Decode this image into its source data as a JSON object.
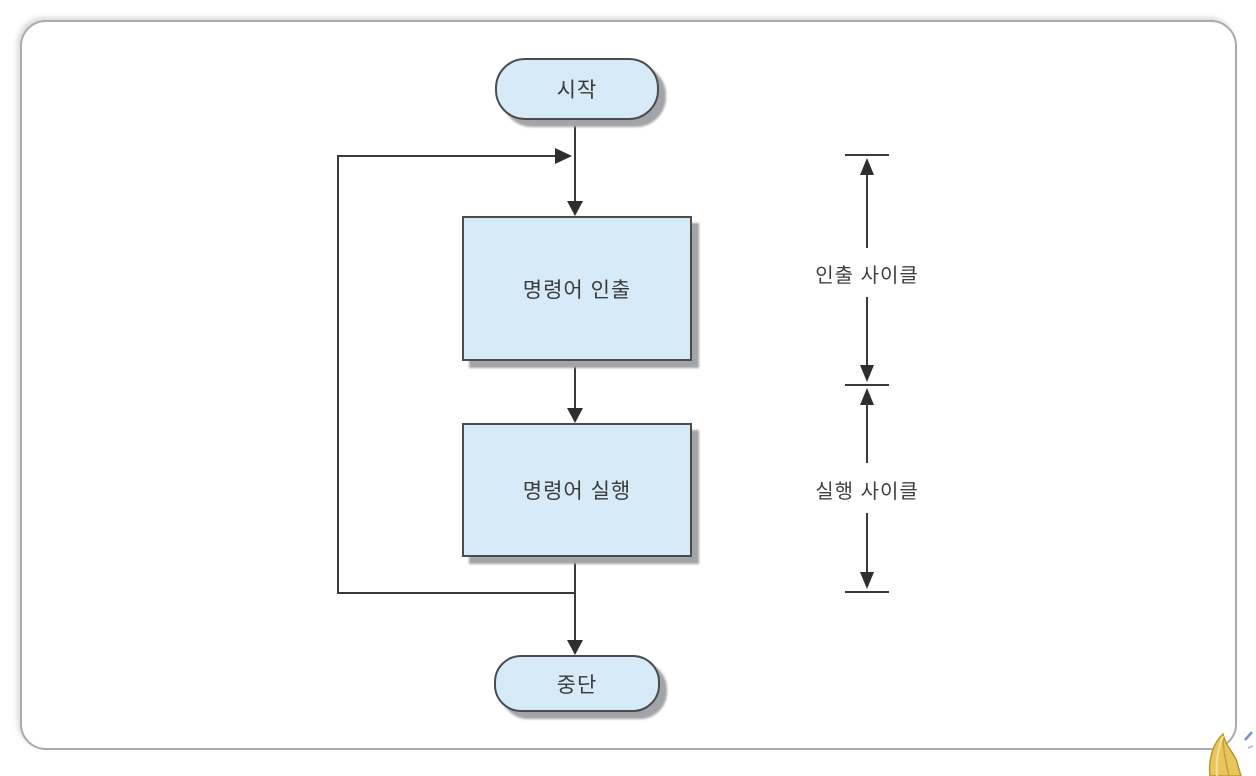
{
  "figure": {
    "type": "flowchart",
    "background_color": "#ffffff",
    "frame_border_color": "#a8abae",
    "node_fill_color": "#d6ebf7",
    "node_border_color": "#4a4c4f",
    "connector_color": "#3a3a3a",
    "shadow_color": "#a2a4a7",
    "ornament_color": "#e2bb50"
  },
  "flowchart": {
    "nodes": [
      {
        "id": "start",
        "type": "terminal",
        "label": "시작"
      },
      {
        "id": "fetch",
        "type": "process",
        "label": "명령어 인출"
      },
      {
        "id": "execute",
        "type": "process",
        "label": "명령어 실행"
      },
      {
        "id": "halt",
        "type": "terminal",
        "label": "중단"
      }
    ],
    "edges": [
      {
        "from": "start",
        "to": "fetch"
      },
      {
        "from": "fetch",
        "to": "execute"
      },
      {
        "from": "execute",
        "to": "halt"
      },
      {
        "from": "execute",
        "to": "fetch",
        "type": "loop-back"
      }
    ],
    "cycles": [
      {
        "id": "fetch-cycle",
        "label": "인출 사이클"
      },
      {
        "id": "execute-cycle",
        "label": "실행 사이클"
      }
    ]
  }
}
